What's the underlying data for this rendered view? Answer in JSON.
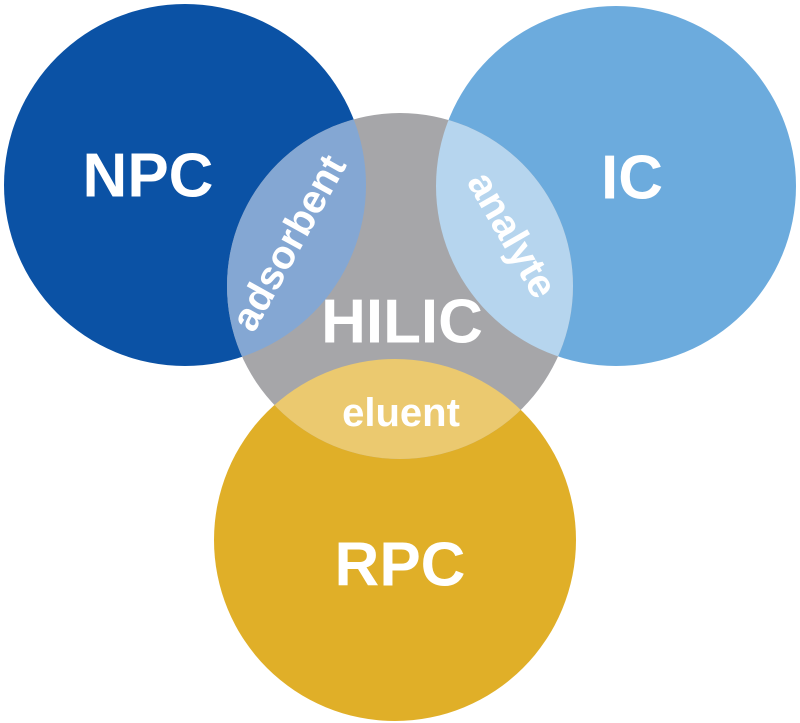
{
  "diagram": {
    "background": "#ffffff",
    "text_color": "#ffffff",
    "center": {
      "label": "HILIC",
      "color": "#a6a6a9"
    },
    "circles": [
      {
        "id": "npc",
        "label": "NPC",
        "color": "#0b52a5",
        "overlap_color": "#84a7d3",
        "overlap_label": "adsorbent"
      },
      {
        "id": "ic",
        "label": "IC",
        "color": "#6cabdd",
        "overlap_color": "#b6d5ee",
        "overlap_label": "analyte"
      },
      {
        "id": "rpc",
        "label": "RPC",
        "color": "#e0af28",
        "overlap_color": "#ebc96f",
        "overlap_label": "eluent"
      }
    ]
  }
}
